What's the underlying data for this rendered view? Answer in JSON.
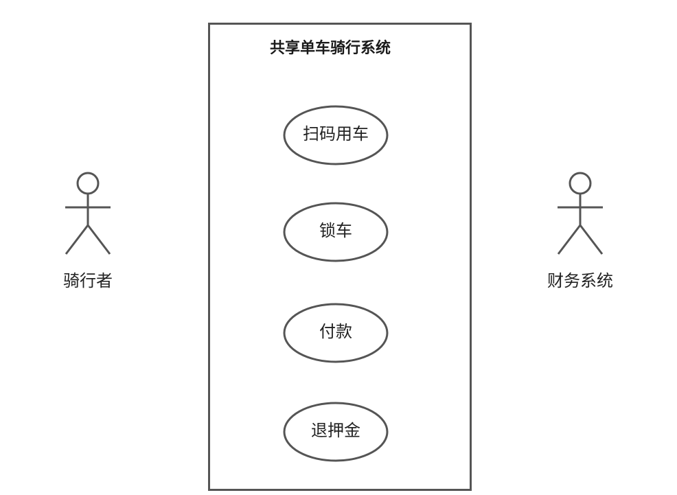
{
  "system": {
    "title": "共享单车骑行系统"
  },
  "use_cases": [
    {
      "label": "扫码用车"
    },
    {
      "label": "锁车"
    },
    {
      "label": "付款"
    },
    {
      "label": "退押金"
    }
  ],
  "actors": [
    {
      "label": "骑行者"
    },
    {
      "label": "财务系统"
    }
  ],
  "colors": {
    "stroke": "#555555",
    "text": "#222222",
    "background": "#ffffff"
  }
}
